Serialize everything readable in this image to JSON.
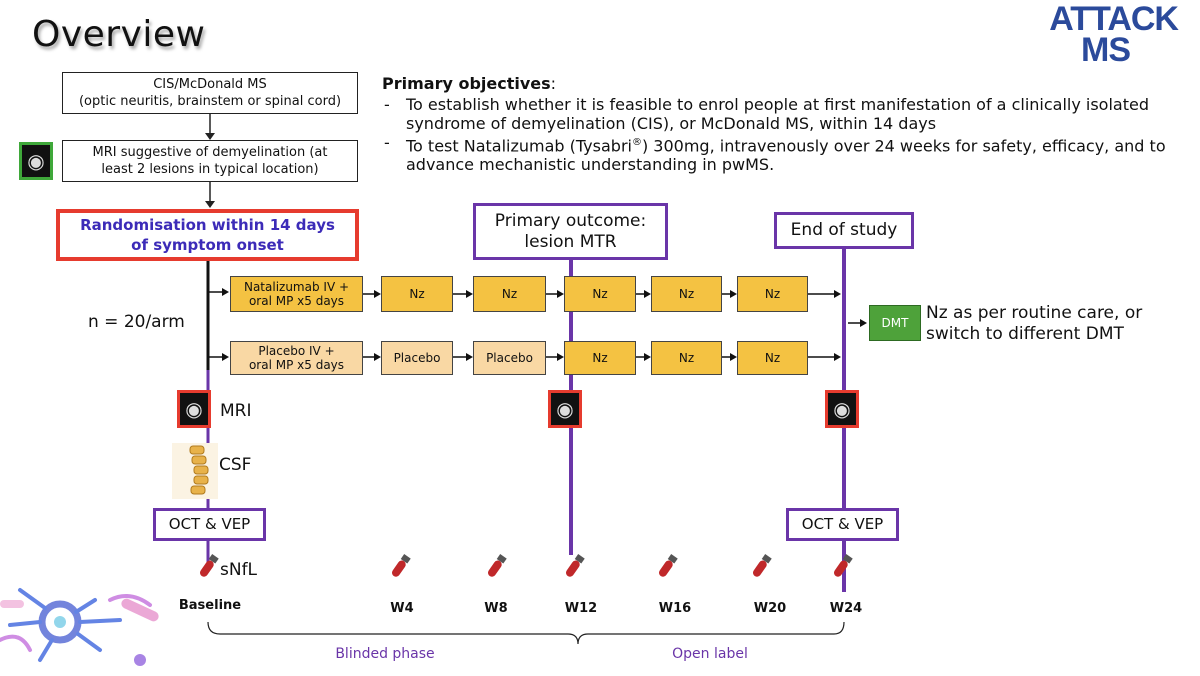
{
  "title": "Overview",
  "logo": {
    "line1": "ATTACK",
    "line2": "MS"
  },
  "flow": {
    "cis_line1": "CIS/McDonald MS",
    "cis_line2": "(optic neuritis, brainstem or spinal cord)",
    "mri_line1": "MRI suggestive of demyelination (at",
    "mri_line2": "least 2 lesions in typical location)",
    "rand_line1": "Randomisation within 14 days",
    "rand_line2": "of symptom onset"
  },
  "objectives": {
    "heading": "Primary objectives",
    "heading_suffix": ":",
    "item1": "To establish whether it is feasible to enrol people at first manifestation of a clinically isolated syndrome of demyelination (CIS), or McDonald MS, within 14 days",
    "item2_pre": "To test Natalizumab (Tysabri",
    "item2_sup": "®",
    "item2_post": ") 300mg, intravenously over 24 weeks for safety, efficacy, and to advance mechanistic understanding in pwMS."
  },
  "milestones": {
    "primary_line1": "Primary outcome:",
    "primary_line2": "lesion MTR",
    "end": "End of study"
  },
  "n_label": "n = 20/arm",
  "arms": {
    "nz_start_line1": "Natalizumab IV +",
    "nz_start_line2": "oral MP x5 days",
    "nz": "Nz",
    "pl_start_line1": "Placebo IV +",
    "pl_start_line2": "oral MP x5 days",
    "placebo": "Placebo"
  },
  "dmt": "DMT",
  "nz_care_line1": "Nz as per routine care, or",
  "nz_care_line2": "switch to different DMT",
  "assessments": {
    "mri": "MRI",
    "csf": "CSF",
    "oct": "OCT & VEP",
    "snfl": "sNfL"
  },
  "timepoints": [
    "Baseline",
    "W4",
    "W8",
    "W12",
    "W16",
    "W20",
    "W24"
  ],
  "phases": {
    "blinded": "Blinded phase",
    "open": "Open label"
  },
  "colors": {
    "purple": "#6a35a8",
    "red": "#e63b2e",
    "nz": "#f4c242",
    "placebo": "#f9d8a4",
    "dmt": "#4ea23a",
    "rand_text": "#3c2bb8"
  },
  "icons": [
    "brain-mri-icon",
    "spine-icon",
    "blood-tube-icon",
    "neuron-illustration"
  ]
}
